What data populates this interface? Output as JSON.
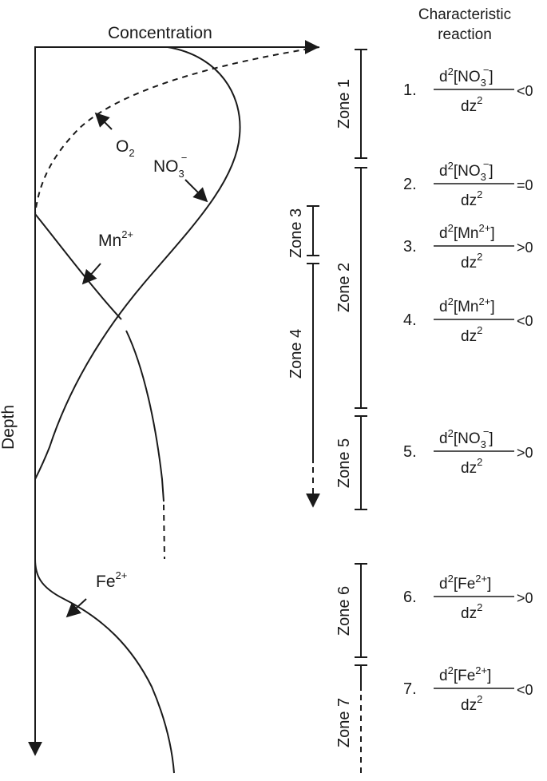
{
  "axes": {
    "x_label": "Concentration",
    "y_label": "Depth"
  },
  "header": {
    "line1": "Characteristic",
    "line2": "reaction"
  },
  "species": {
    "o2": {
      "base": "O",
      "sub": "2"
    },
    "no3": {
      "base": "NO",
      "sub": "3",
      "sup": "−"
    },
    "mn": {
      "base": "Mn",
      "sup": "2+"
    },
    "fe": {
      "base": "Fe",
      "sup": "2+"
    }
  },
  "zones": {
    "z1": "Zone 1",
    "z2": "Zone 2",
    "z3": "Zone 3",
    "z4": "Zone 4",
    "z5": "Zone 5",
    "z6": "Zone 6",
    "z7": "Zone 7"
  },
  "reactions": [
    {
      "num": "1.",
      "species": "NO",
      "sub": "3",
      "ion": "−",
      "relation": "<0"
    },
    {
      "num": "2.",
      "species": "NO",
      "sub": "3",
      "ion": "−",
      "relation": "=0"
    },
    {
      "num": "3.",
      "species": "Mn",
      "sub": "",
      "ion": "2+",
      "relation": ">0"
    },
    {
      "num": "4.",
      "species": "Mn",
      "sub": "",
      "ion": "2+",
      "relation": "<0"
    },
    {
      "num": "5.",
      "species": "NO",
      "sub": "3",
      "ion": "−",
      "relation": ">0"
    },
    {
      "num": "6.",
      "species": "Fe",
      "sub": "",
      "ion": "2+",
      "relation": ">0"
    },
    {
      "num": "7.",
      "species": "Fe",
      "sub": "",
      "ion": "2+",
      "relation": "<0"
    }
  ],
  "fraction": {
    "num_prefix": "d",
    "num_power": "2",
    "den_base": "dz",
    "den_power": "2"
  }
}
